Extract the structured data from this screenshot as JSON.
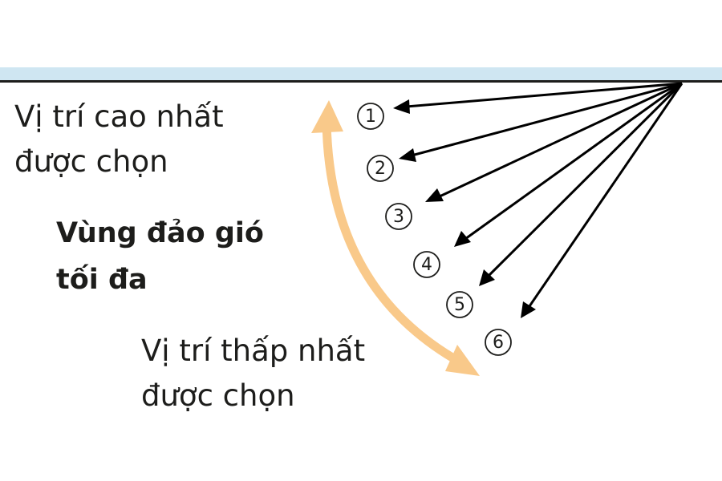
{
  "colors": {
    "ceiling_fill": "#cfe6f2",
    "ceiling_line": "#1d1d1b",
    "arrow": "#000000",
    "swing_arrow": "#f9c98a",
    "text": "#1d1d1b"
  },
  "labels": {
    "highest_line1": "Vị trí cao nhất",
    "highest_line2": "được chọn",
    "zone_line1": "Vùng đảo gió",
    "zone_line2": "tối đa",
    "lowest_line1": "Vị trí thấp nhất",
    "lowest_line2": "được chọn"
  },
  "positions": [
    {
      "number": "1"
    },
    {
      "number": "2"
    },
    {
      "number": "3"
    },
    {
      "number": "4"
    },
    {
      "number": "5"
    },
    {
      "number": "6"
    }
  ],
  "icons": {
    "airflow": "arrow-icon",
    "swing": "double-arrow-icon"
  }
}
